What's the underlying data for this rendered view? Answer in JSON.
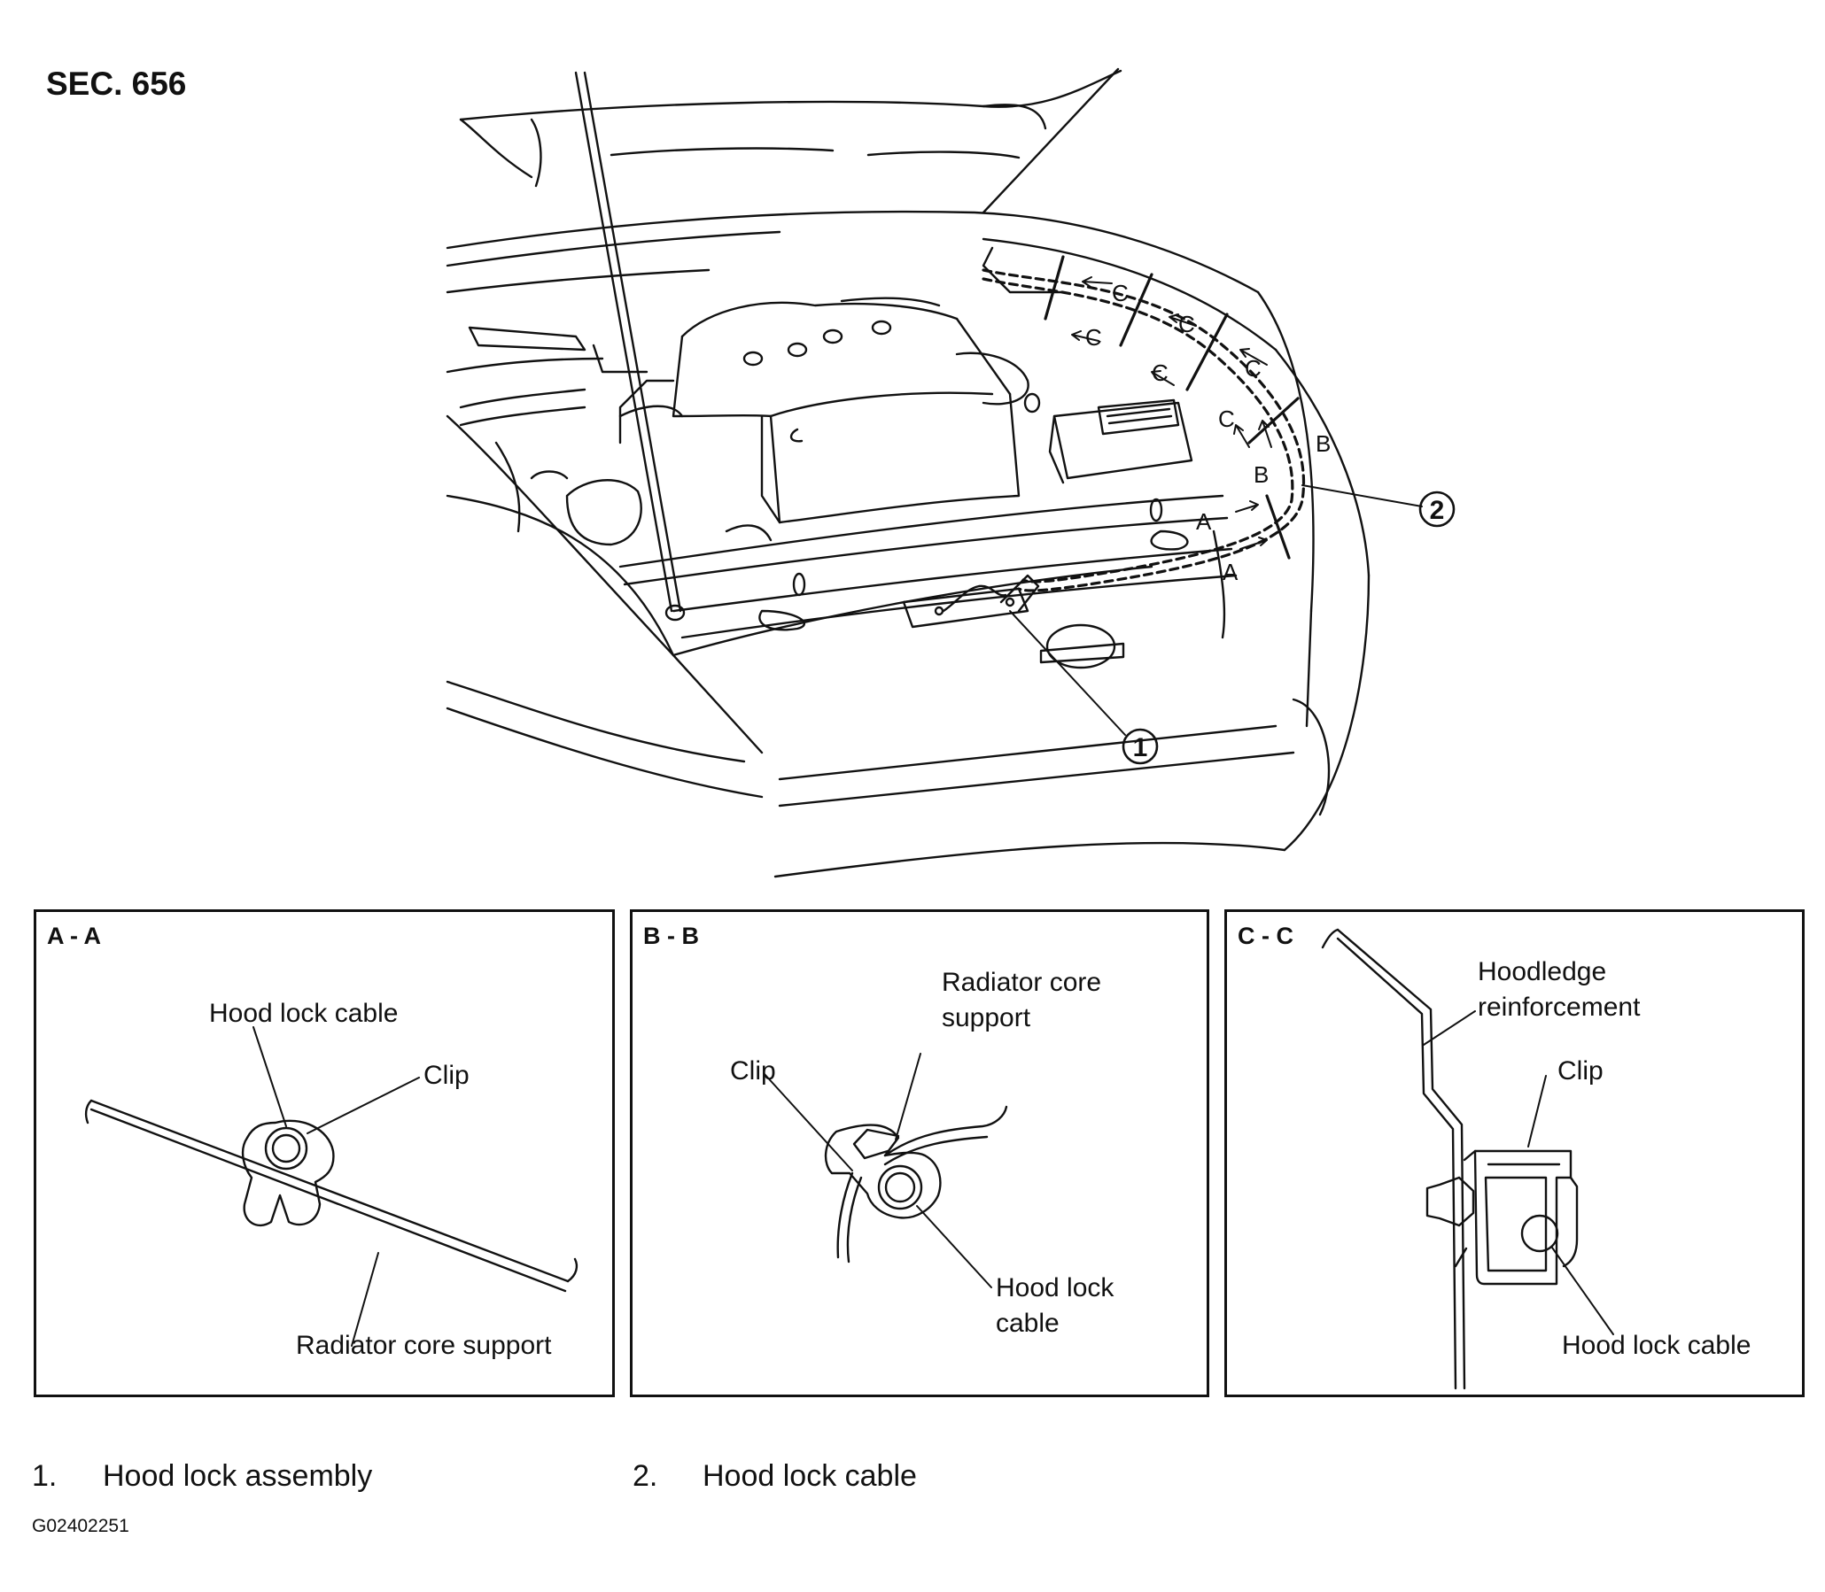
{
  "section_label": "SEC. 656",
  "callouts": {
    "c1": "1",
    "c2": "2"
  },
  "route_marks": {
    "a": "A",
    "b": "B",
    "c": "C"
  },
  "sections": [
    {
      "title": "A - A",
      "labels": {
        "hood_lock_cable": "Hood lock cable",
        "clip": "Clip",
        "radiator_core_support": "Radiator core support"
      }
    },
    {
      "title": "B - B",
      "labels": {
        "radiator_core_support_l1": "Radiator core",
        "radiator_core_support_l2": "support",
        "clip": "Clip",
        "hood_lock_cable_l1": "Hood lock",
        "hood_lock_cable_l2": "cable"
      }
    },
    {
      "title": "C - C",
      "labels": {
        "hoodledge_l1": "Hoodledge",
        "hoodledge_l2": "reinforcement",
        "clip": "Clip",
        "hood_lock_cable": "Hood lock cable"
      }
    }
  ],
  "legend": [
    {
      "num": "1.",
      "text": "Hood lock assembly"
    },
    {
      "num": "2.",
      "text": "Hood lock cable"
    }
  ],
  "figure_id": "G02402251"
}
